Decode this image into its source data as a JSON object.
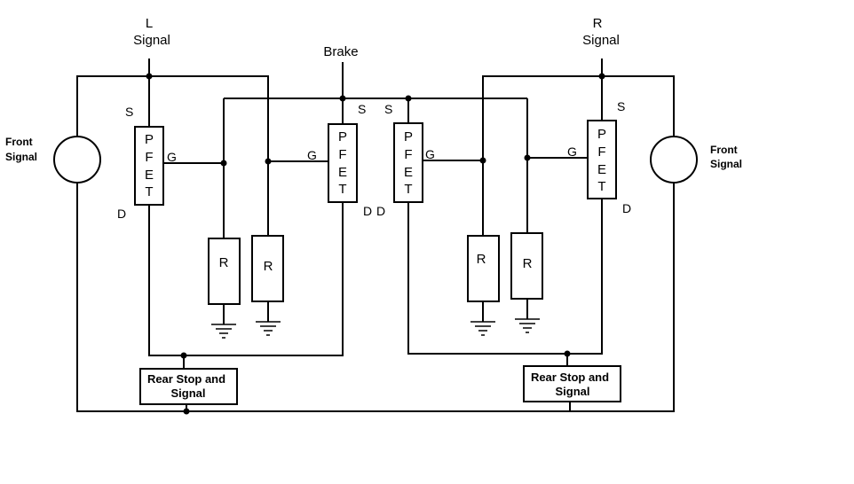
{
  "labels": {
    "l_signal_line1": "L",
    "l_signal_line2": "Signal",
    "r_signal_line1": "R",
    "r_signal_line2": "Signal",
    "brake": "Brake",
    "front_signal_left_1": "Front",
    "front_signal_left_2": "Signal",
    "front_signal_right_1": "Front",
    "front_signal_right_2": "Signal",
    "rear_left_1": "Rear Stop and",
    "rear_left_2": "Signal",
    "rear_right_1": "Rear Stop and",
    "rear_right_2": "Signal"
  },
  "pfet_letters": [
    "P",
    "F",
    "E",
    "T"
  ],
  "pins": {
    "s": "S",
    "g": "G",
    "d": "D"
  },
  "resistor": "R"
}
